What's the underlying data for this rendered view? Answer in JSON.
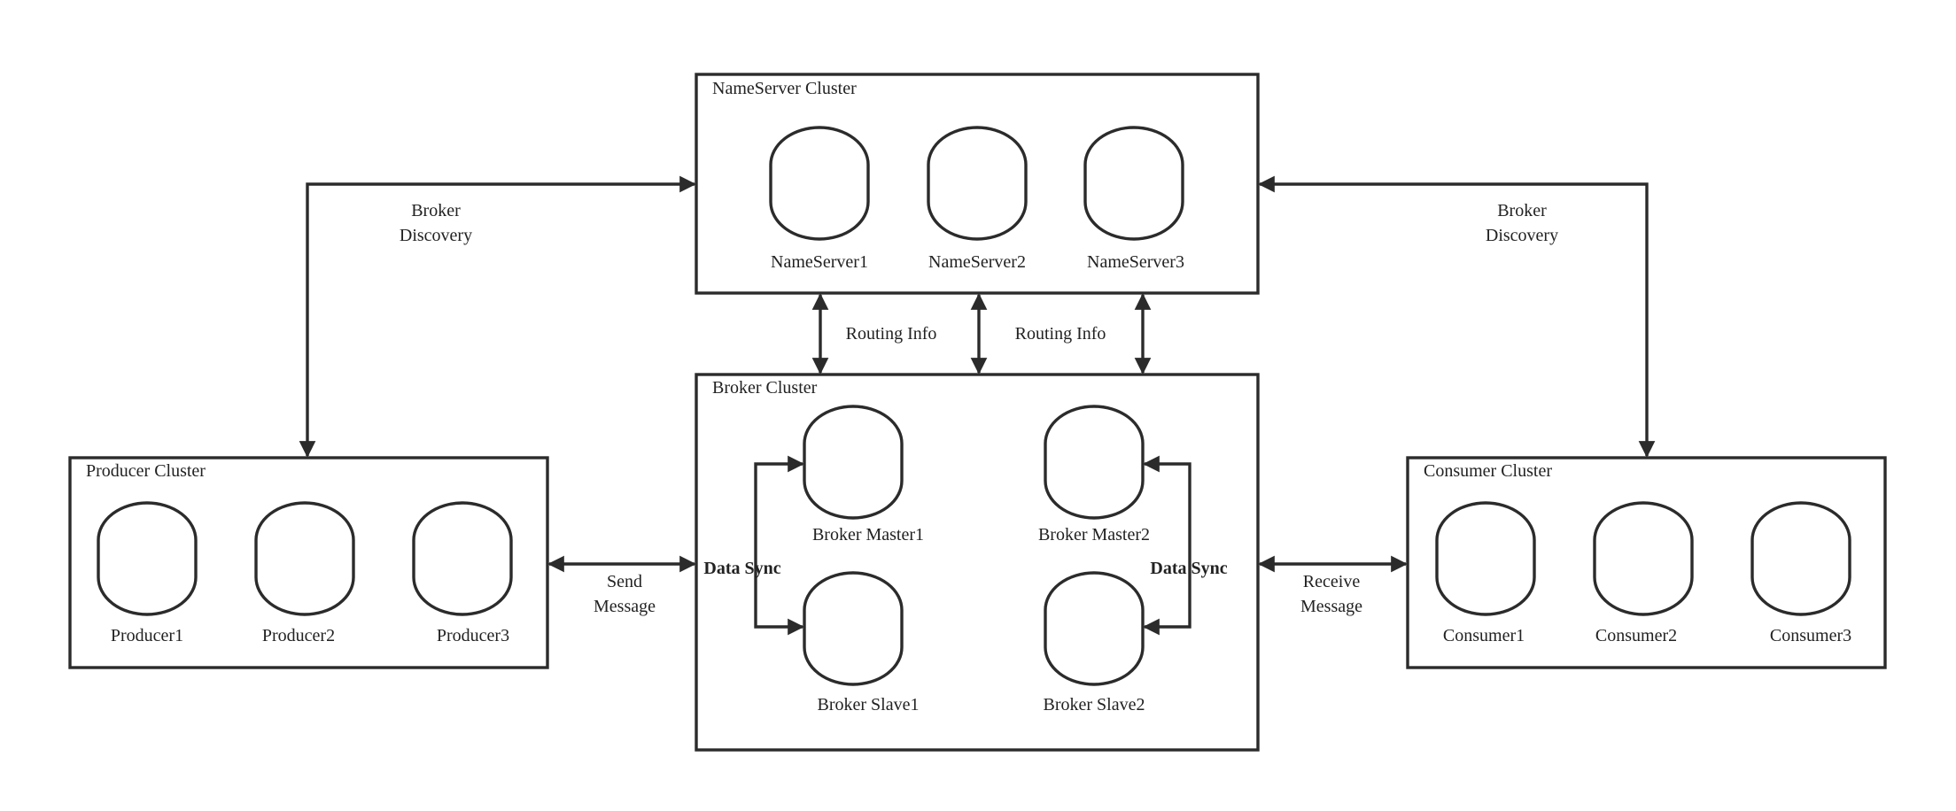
{
  "clusters": {
    "nameserver": {
      "title": "NameServer Cluster",
      "nodes": [
        "NameServer1",
        "NameServer2",
        "NameServer3"
      ]
    },
    "broker": {
      "title": "Broker Cluster",
      "nodes": [
        "Broker Master1",
        "Broker Slave1",
        "Broker Master2",
        "Broker Slave2"
      ]
    },
    "producer": {
      "title": "Producer Cluster",
      "nodes": [
        "Producer1",
        "Producer2",
        "Producer3"
      ]
    },
    "consumer": {
      "title": "Consumer Cluster",
      "nodes": [
        "Consumer1",
        "Consumer2",
        "Consumer3"
      ]
    }
  },
  "edges": {
    "left_discovery": [
      "Broker",
      "Discovery"
    ],
    "right_discovery": [
      "Broker",
      "Discovery"
    ],
    "routing1": "Routing Info",
    "routing2": "Routing Info",
    "send": [
      "Send",
      "Message"
    ],
    "receive": [
      "Receive",
      "Message"
    ],
    "sync_left": "Data Sync",
    "sync_right": "Data Sync"
  }
}
